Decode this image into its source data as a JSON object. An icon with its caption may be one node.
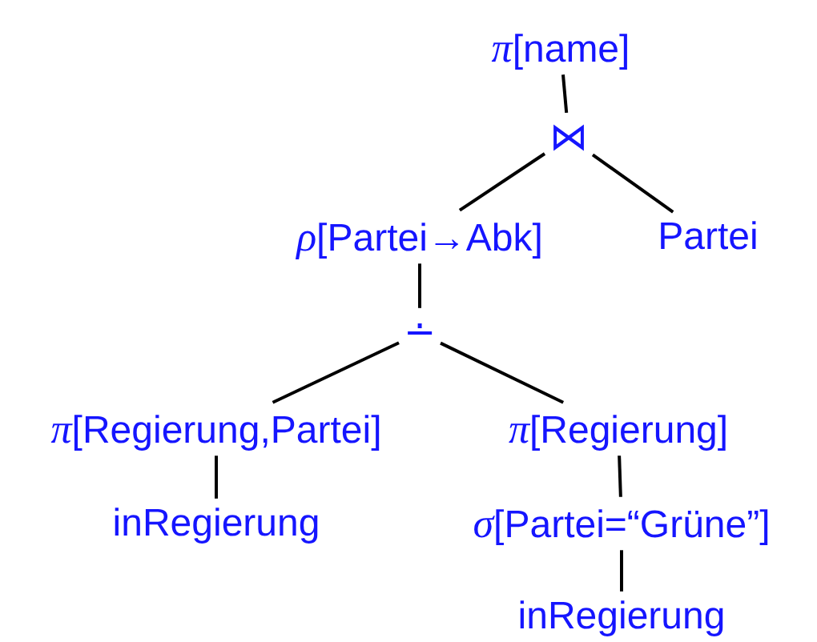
{
  "diagram": {
    "nodes": [
      {
        "text": [
          "*π*[name]"
        ]
      },
      {
        "text": [
          "⋈"
        ]
      },
      {
        "text": [
          "*ρ*[Partei→Abk]"
        ]
      },
      {
        "text": [
          "Partei"
        ]
      },
      {
        "text": [
          "∸"
        ]
      },
      {
        "text": [
          "*π*[Regierung,Partei]"
        ]
      },
      {
        "text": [
          "*π*[Regierung]"
        ]
      },
      {
        "text": [
          "inRegierung"
        ]
      },
      {
        "text": [
          "*σ*[Partei=“Grüne”]"
        ]
      },
      {
        "text": [
          "inRegierung"
        ]
      }
    ],
    "edges": [
      {
        "from": 0,
        "to": 1,
        "arrow": "none"
      },
      {
        "from": 1,
        "to": 2,
        "arrow": "none"
      },
      {
        "from": 1,
        "to": 3,
        "arrow": "none"
      },
      {
        "from": 2,
        "to": 4,
        "arrow": "none"
      },
      {
        "from": 4,
        "to": 5,
        "arrow": "none"
      },
      {
        "from": 4,
        "to": 6,
        "arrow": "none"
      },
      {
        "from": 5,
        "to": 7,
        "arrow": "none"
      },
      {
        "from": 6,
        "to": 8,
        "arrow": "none"
      },
      {
        "from": 8,
        "to": 9,
        "arrow": "none"
      }
    ]
  }
}
